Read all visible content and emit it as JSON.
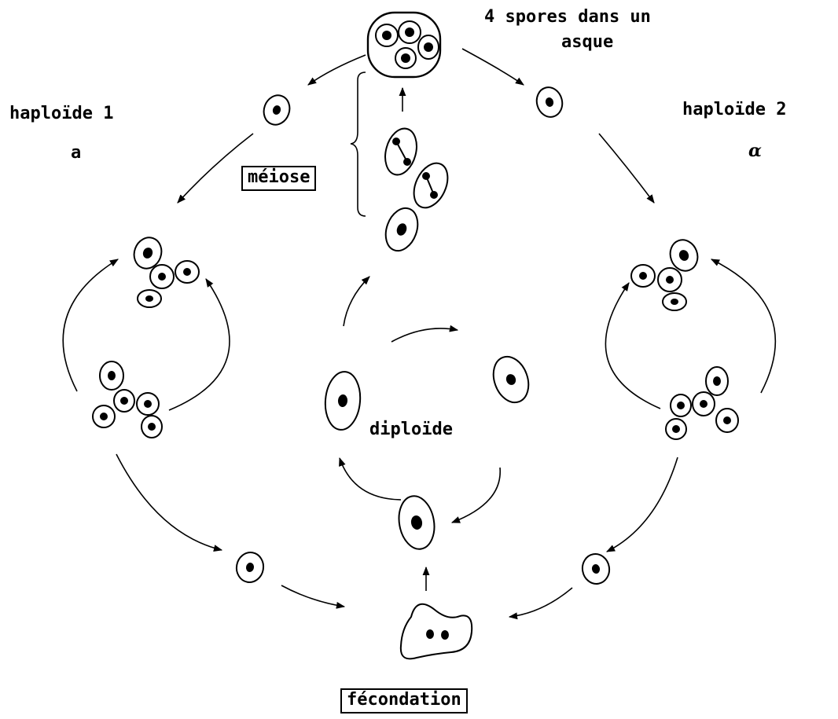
{
  "labels": {
    "spores_line1": "4 spores dans un",
    "spores_line2": "asque",
    "haploid1_title": "haploïde 1",
    "haploid1_type": "a",
    "haploid2_title": "haploïde 2",
    "haploid2_type": "α",
    "meiosis": "méiose",
    "diploid": "diploïde",
    "fertilization": "fécondation"
  },
  "colors": {
    "ink": "#000000",
    "background": "#ffffff"
  }
}
